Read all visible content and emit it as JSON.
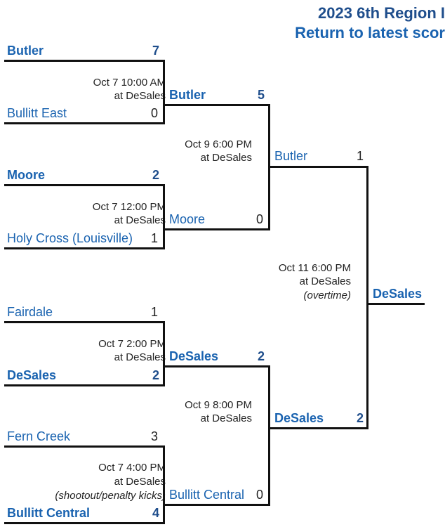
{
  "header": {
    "title": "2023 6th Region I",
    "link": "Return to latest scor"
  },
  "round1": [
    {
      "top": {
        "team": "Butler",
        "score": "7",
        "win": true
      },
      "bottom": {
        "team": "Bullitt East",
        "score": "0",
        "win": false
      },
      "date": "Oct 7 10:00 AM",
      "venue": "at DeSales",
      "note": ""
    },
    {
      "top": {
        "team": "Moore",
        "score": "2",
        "win": true
      },
      "bottom": {
        "team": "Holy Cross (Louisville)",
        "score": "1",
        "win": false
      },
      "date": "Oct 7 12:00 PM",
      "venue": "at DeSales",
      "note": ""
    },
    {
      "top": {
        "team": "Fairdale",
        "score": "1",
        "win": false
      },
      "bottom": {
        "team": "DeSales",
        "score": "2",
        "win": true
      },
      "date": "Oct 7 2:00 PM",
      "venue": "at DeSales",
      "note": ""
    },
    {
      "top": {
        "team": "Fern Creek",
        "score": "3",
        "win": false
      },
      "bottom": {
        "team": "Bullitt Central",
        "score": "4",
        "win": true
      },
      "date": "Oct 7 4:00 PM",
      "venue": "at DeSales",
      "note": "(shootout/penalty kicks)"
    }
  ],
  "round2": [
    {
      "top": {
        "team": "Butler",
        "score": "5",
        "win": true
      },
      "bottom": {
        "team": "Moore",
        "score": "0",
        "win": false
      },
      "date": "Oct 9 6:00 PM",
      "venue": "at DeSales"
    },
    {
      "top": {
        "team": "DeSales",
        "score": "2",
        "win": true
      },
      "bottom": {
        "team": "Bullitt Central",
        "score": "0",
        "win": false
      },
      "date": "Oct 9 8:00 PM",
      "venue": "at DeSales"
    }
  ],
  "final": {
    "top": {
      "team": "Butler",
      "score": "1",
      "win": false
    },
    "bottom": {
      "team": "DeSales",
      "score": "2",
      "win": true
    },
    "date": "Oct 11 6:00 PM",
    "venue": "at DeSales",
    "note": "(overtime)"
  },
  "champion": "DeSales"
}
